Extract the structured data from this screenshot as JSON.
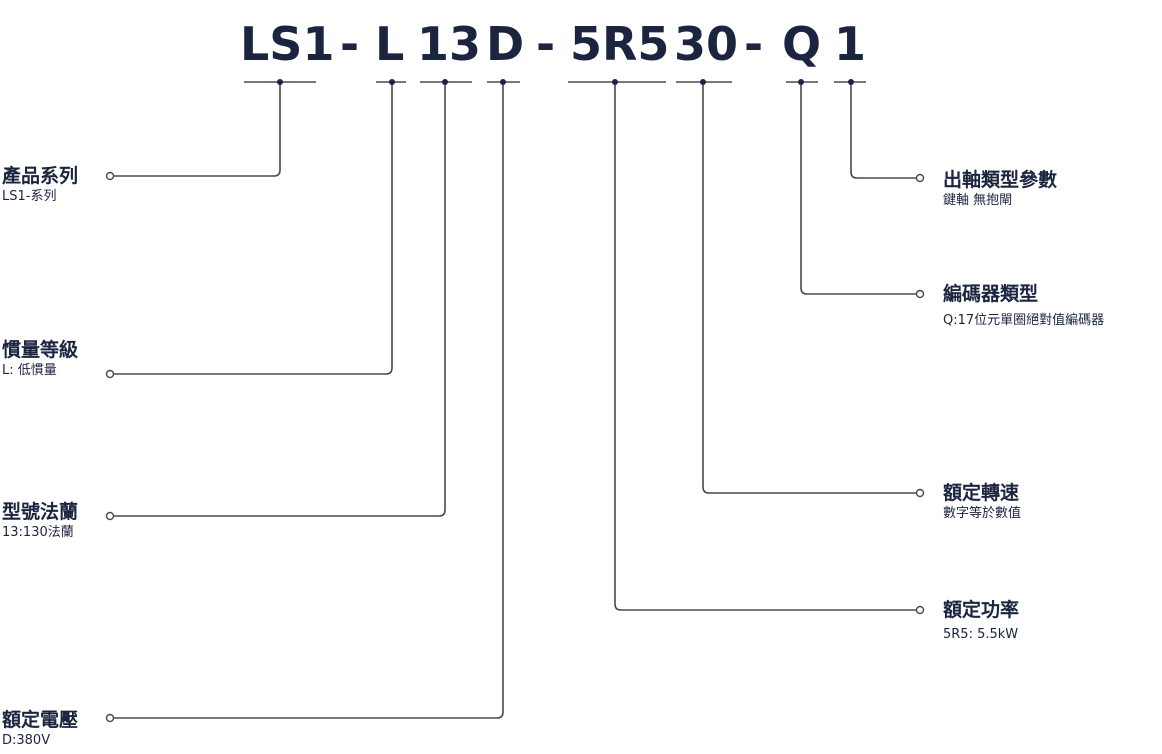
{
  "model_code": {
    "series": "LS1",
    "dash1": "-",
    "inertia": "L",
    "flange": "13",
    "voltage": "D",
    "dash2": "-",
    "power": "5R5",
    "speed": "30",
    "dash3": "-",
    "encoder": "Q",
    "shaft": "1"
  },
  "left_labels": [
    {
      "title": "產品系列",
      "subtitle": "LS1-系列"
    },
    {
      "title": "慣量等級",
      "subtitle": "L:  低慣量"
    },
    {
      "title": "型號法蘭",
      "subtitle": "13:130法蘭"
    },
    {
      "title": "額定電壓",
      "subtitle": "D:380V"
    }
  ],
  "right_labels": [
    {
      "title": "出軸類型參數",
      "subtitle": "鍵軸 無抱閘"
    },
    {
      "title": "編碼器類型",
      "subtitle": "Q:17位元單圈絕對值編碼器"
    },
    {
      "title": "額定轉速",
      "subtitle": "數字等於數值"
    },
    {
      "title": "額定功率",
      "subtitle": "5R5:  5.5kW"
    }
  ],
  "colors": {
    "text": "#1b2540",
    "line": "#4a4a4a"
  }
}
